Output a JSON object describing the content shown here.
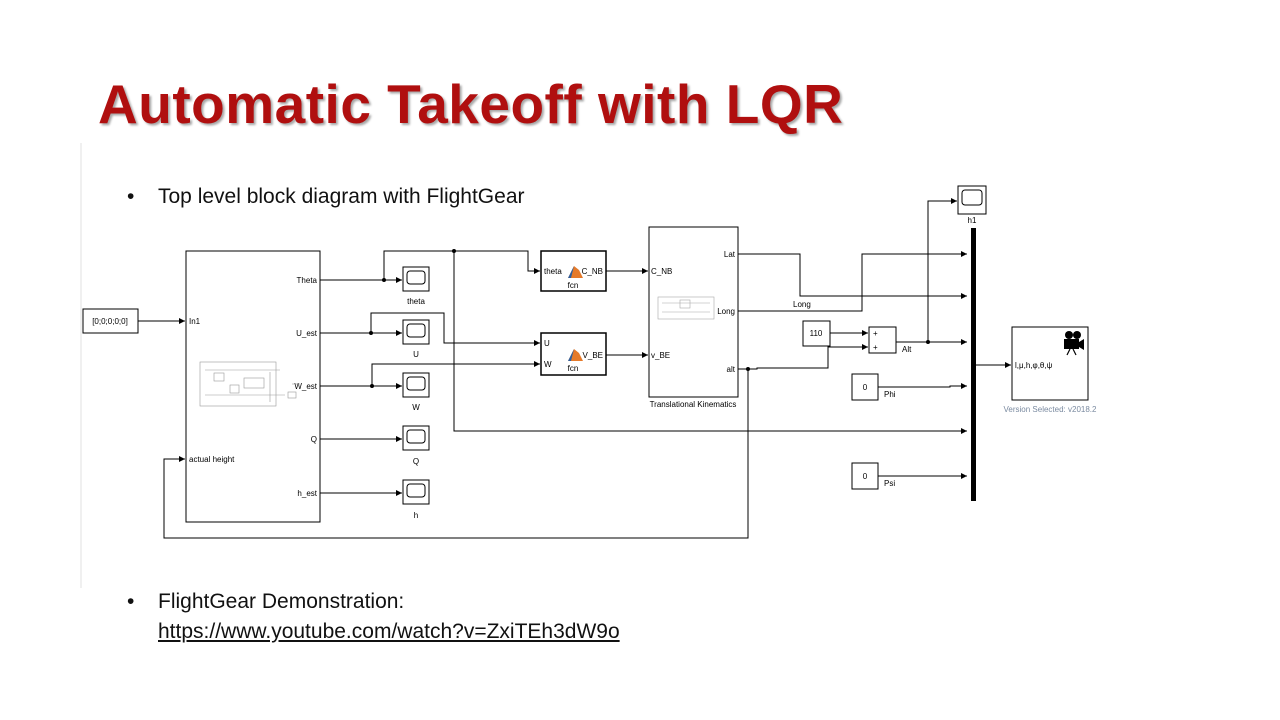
{
  "slide": {
    "title": "Automatic Takeoff with LQR",
    "bullet1": "Top level block diagram with FlightGear",
    "bullet2": "FlightGear Demonstration:",
    "link": "https://www.youtube.com/watch?v=ZxiTEh3dW9o",
    "bullet_symbol": "•"
  },
  "diagram": {
    "const_input": "[0;0;0;0;0]",
    "main_in1": "In1",
    "main_in2": "actual height",
    "main_out_theta": "Theta",
    "main_out_u": "U_est",
    "main_out_w": "W_est",
    "main_out_q": "Q",
    "main_out_h": "h_est",
    "scope_theta": "theta",
    "scope_u": "U",
    "scope_w": "W",
    "scope_q": "Q",
    "scope_h": "h",
    "scope_h1": "h1",
    "fcn1_in": "theta",
    "fcn1_out": "C_NB",
    "fcn1_name": "fcn",
    "fcn2_in_u": "U",
    "fcn2_in_w": "W",
    "fcn2_out": "V_BE",
    "fcn2_name": "fcn",
    "tk_in1": "C_NB",
    "tk_in2": "v_BE",
    "tk_out_lat": "Lat",
    "tk_out_long": "Long",
    "tk_out_alt": "alt",
    "tk_name": "Translational Kinematics",
    "long_signal": "Long",
    "const_110": "110",
    "sum_plus1": "+",
    "sum_plus2": "+",
    "alt_label": "Alt",
    "const_phi": "0",
    "phi_label": "Phi",
    "const_psi": "0",
    "psi_label": "Psi",
    "fg_input": "l,μ,h,φ,θ,ψ",
    "fg_version": "Version Selected: v2018.2",
    "camera_icon": "camera-icon"
  }
}
